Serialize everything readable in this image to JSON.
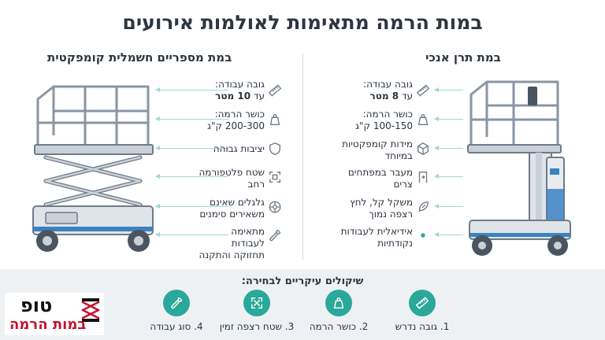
{
  "title": "במות הרמה מתאימות לאולמות אירועים",
  "colors": {
    "accent": "#2aa899",
    "arrow": "#9fd9d4",
    "frame": "#8a96a3",
    "blue": "#3b82c4"
  },
  "right_section": {
    "heading": "במת תרן אנכי",
    "features": [
      {
        "icon": "ruler-icon",
        "line1": "גובה עבודה:",
        "line2_prefix": "עד",
        "line2_bold": "8 מטר"
      },
      {
        "icon": "weight-icon",
        "line1": "כושר הרמה:",
        "line2": "100-150 ק\"ג"
      },
      {
        "icon": "box-icon",
        "line1": "מידות קומפקטיות",
        "line2": "במיוחד"
      },
      {
        "icon": "doorway-icon",
        "line1": "מעבר במפתחים",
        "line2": "צרים"
      },
      {
        "icon": "feather-icon",
        "line1": "משקל קל, לחץ",
        "line2": "רצפה נמוך"
      },
      {
        "icon": "dot-icon",
        "line1": "אידיאלית לעבודות",
        "line2": "נקודתיות"
      }
    ]
  },
  "left_section": {
    "heading": "במת מספריים חשמלית קומפקטית",
    "features": [
      {
        "icon": "ruler-icon",
        "line1": "גובה עבודה:",
        "line2_prefix": "עד",
        "line2_bold": "10 מטר"
      },
      {
        "icon": "weight-icon",
        "line1": "כושר הרמה:",
        "line2": "200-300 ק\"ג"
      },
      {
        "icon": "shield-icon",
        "line1": "יציבות גבוהה",
        "line2": ""
      },
      {
        "icon": "platform-area-icon",
        "line1": "שטח פלטפורמה",
        "line2": "רחב"
      },
      {
        "icon": "wheel-icon",
        "line1": "גלגלים שאינם",
        "line2": "משאירים סימנים"
      },
      {
        "icon": "wrench-icon",
        "line1": "מתאימה לעבודות",
        "line2": "תחזוקה והתקנה"
      }
    ]
  },
  "considerations": {
    "title": "שיקולים עיקריים לבחירה:",
    "items": [
      {
        "icon": "ruler-icon",
        "label": "1. גובה נדרש"
      },
      {
        "icon": "weight-icon",
        "label": "2. כושר הרמה"
      },
      {
        "icon": "expand-icon",
        "label": "3. שטח רצפה זמין"
      },
      {
        "icon": "wrench-icon",
        "label": "4. סוג עבודה"
      }
    ]
  },
  "logo": {
    "line1": "טופ",
    "line2": "במות הרמה"
  }
}
